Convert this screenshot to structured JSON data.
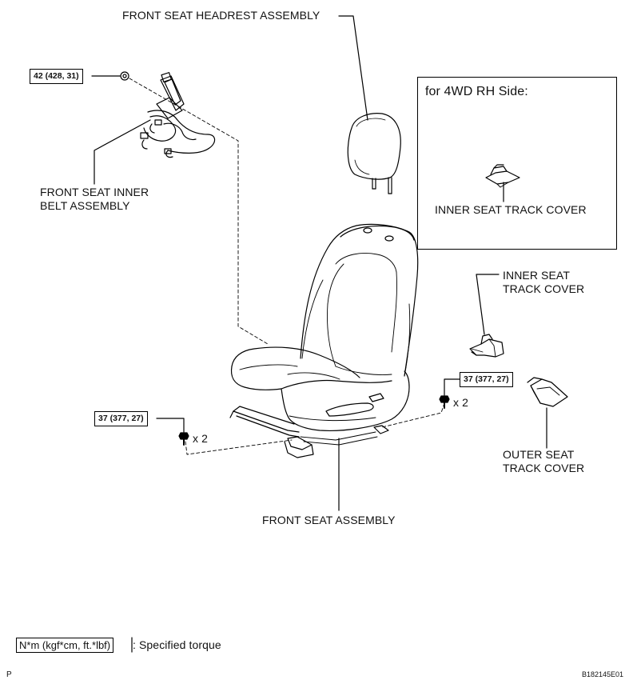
{
  "labels": {
    "headrest": "FRONT SEAT HEADREST ASSEMBLY",
    "inner_belt_line1": "FRONT SEAT INNER",
    "inner_belt_line2": "BELT ASSEMBLY",
    "inner_cover_line1": "INNER SEAT",
    "inner_cover_line2": "TRACK COVER",
    "outer_cover_line1": "OUTER SEAT",
    "outer_cover_line2": "TRACK COVER",
    "seat_assembly": "FRONT SEAT ASSEMBLY"
  },
  "inset": {
    "title": "for 4WD RH Side:",
    "part_label": "INNER SEAT TRACK COVER"
  },
  "torques": {
    "belt_bolt": "42 (428, 31)",
    "left_bolts": "37 (377, 27)",
    "right_bolts": "37 (377, 27)"
  },
  "quantities": {
    "left": "x 2",
    "right": "x 2"
  },
  "legend": {
    "box": "N*m (kgf*cm, ft.*lbf)",
    "text": ": Specified torque"
  },
  "footer": {
    "left_mark": "P",
    "figure_id": "B182145E01"
  }
}
